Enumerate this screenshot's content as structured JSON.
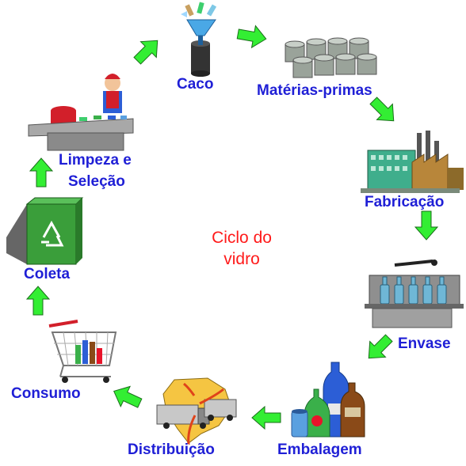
{
  "diagram": {
    "title_lines": [
      "Ciclo do",
      "vidro"
    ],
    "stages": [
      {
        "label": "Caco",
        "icon": "glass-cullet-hopper-icon"
      },
      {
        "label": "Matérias-primas",
        "icon": "raw-material-drums-icon"
      },
      {
        "label": "Fabricação",
        "icon": "factory-icon"
      },
      {
        "label": "Envase",
        "icon": "bottling-line-icon"
      },
      {
        "label": "Embalagem",
        "icon": "glass-bottles-icon"
      },
      {
        "label": "Distribuição",
        "icon": "brazil-map-trucks-icon"
      },
      {
        "label": "Consumo",
        "icon": "shopping-cart-icon"
      },
      {
        "label": "Coleta",
        "icon": "recycling-bin-icon"
      },
      {
        "label": "Limpeza e",
        "label2": "Seleção",
        "icon": "sorting-worker-icon"
      }
    ],
    "colors": {
      "label": "#1f1fd6",
      "title": "#ff1a1a",
      "arrow": "#33ee33",
      "arrow_stroke": "#1a6e1a"
    }
  }
}
